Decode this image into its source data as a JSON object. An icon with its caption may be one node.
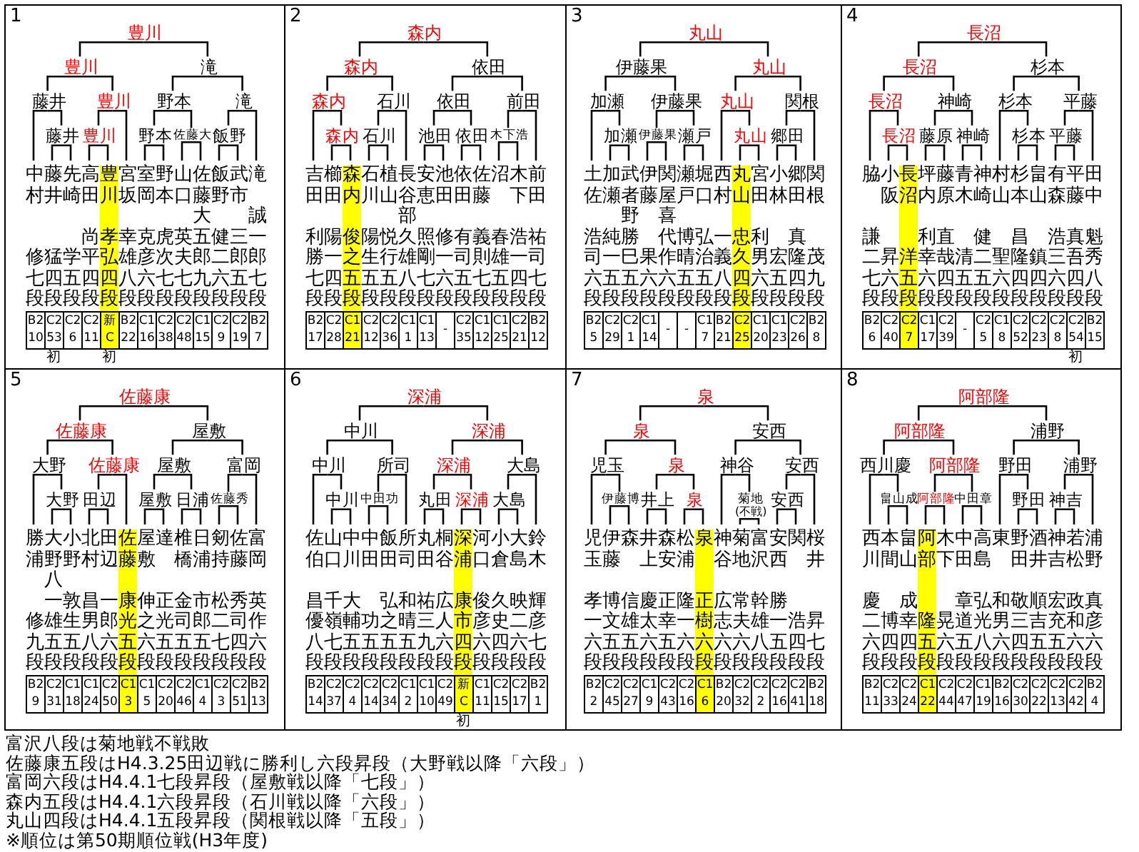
{
  "diagram": {
    "nodes": [
      {
        "text": [
          "1"
        ]
      },
      {
        "text": [
          "豊川"
        ],
        "in": 0
      },
      {
        "text": [
          "豊川"
        ],
        "in": 0
      },
      {
        "text": [
          "滝"
        ],
        "in": 0
      },
      {
        "text": [
          "藤井"
        ],
        "in": 0
      },
      {
        "text": [
          "豊川"
        ],
        "in": 0
      },
      {
        "text": [
          "野本"
        ],
        "in": 0
      },
      {
        "text": [
          "滝"
        ],
        "in": 0
      },
      {
        "text": [
          "藤井"
        ],
        "in": 0
      },
      {
        "text": [
          "豊川"
        ],
        "in": 0
      },
      {
        "text": [
          "野本"
        ],
        "in": 0
      },
      {
        "text": [
          "佐藤大"
        ],
        "in": 0
      },
      {
        "text": [
          "飯野"
        ],
        "in": 0
      },
      {
        "text": [
          "中村",
          "修",
          "七段",
          "B2",
          "10"
        ],
        "in": 0
      },
      {
        "text": [
          "藤井",
          "猛",
          "四段",
          "C2",
          "53"
        ],
        "in": 0,
        "beside": [
          "初"
        ]
      },
      {
        "text": [
          "先崎",
          "学",
          "五段",
          "C2",
          "6"
        ],
        "in": 0
      },
      {
        "text": [
          "高田",
          "尚平",
          "四段",
          "C2",
          "11"
        ],
        "in": 0
      },
      {
        "text": [
          "豊川",
          "孝弘",
          "四段",
          "新",
          "C"
        ],
        "in": 0,
        "beside": [
          "初"
        ]
      },
      {
        "text": [
          "宮坂",
          "幸雄",
          "八段",
          "B2",
          "22"
        ],
        "in": 0
      },
      {
        "text": [
          "室岡",
          "克彦",
          "六段",
          "C1",
          "16"
        ],
        "in": 0
      },
      {
        "text": [
          "野本",
          "虎次",
          "七段",
          "C2",
          "38"
        ],
        "in": 0
      },
      {
        "text": [
          "山口",
          "英夫",
          "七段",
          "C2",
          "48"
        ],
        "in": 0
      },
      {
        "text": [
          "佐藤",
          "大五郎",
          "九段",
          "C1",
          "15"
        ],
        "in": 0
      },
      {
        "text": [
          "飯野",
          "健二",
          "六段",
          "C2",
          "9"
        ],
        "in": 0
      },
      {
        "text": [
          "武市",
          "三郎",
          "五段",
          "C2",
          "19"
        ],
        "in": 0
      },
      {
        "text": [
          "滝",
          "誠一郎",
          "七段",
          "B2",
          "7"
        ],
        "in": 0
      },
      {
        "text": [
          "2"
        ]
      },
      {
        "text": [
          "森内"
        ],
        "in": 26
      },
      {
        "text": [
          "森内"
        ],
        "in": 26
      },
      {
        "text": [
          "依田"
        ],
        "in": 26
      },
      {
        "text": [
          "森内"
        ],
        "in": 26
      },
      {
        "text": [
          "石川"
        ],
        "in": 26
      },
      {
        "text": [
          "依田"
        ],
        "in": 26
      },
      {
        "text": [
          "前田"
        ],
        "in": 26
      },
      {
        "text": [
          "森内"
        ],
        "in": 26
      },
      {
        "text": [
          "石川"
        ],
        "in": 26
      },
      {
        "text": [
          "池田"
        ],
        "in": 26
      },
      {
        "text": [
          "依田"
        ],
        "in": 26
      },
      {
        "text": [
          "木下浩"
        ],
        "in": 26
      },
      {
        "text": [
          "吉田",
          "利勝",
          "七段",
          "B2",
          "17"
        ],
        "in": 26
      },
      {
        "text": [
          "櫛田",
          "陽一",
          "四段",
          "C2",
          "28"
        ],
        "in": 26
      },
      {
        "text": [
          "森内",
          "俊之",
          "五段",
          "C1",
          "21"
        ],
        "in": 26
      },
      {
        "text": [
          "石川",
          "陽生",
          "五段",
          "C2",
          "12"
        ],
        "in": 26
      },
      {
        "text": [
          "植山",
          "悦行",
          "五段",
          "C2",
          "36"
        ],
        "in": 26
      },
      {
        "text": [
          "長谷部",
          "久雄",
          "八段",
          "C1",
          "1"
        ],
        "in": 26
      },
      {
        "text": [
          "安恵",
          "照剛",
          "七段",
          "C1",
          "13"
        ],
        "in": 26
      },
      {
        "text": [
          "池田",
          "修一",
          "六段",
          "-"
        ],
        "in": 26
      },
      {
        "text": [
          "依田",
          "有司",
          "五段",
          "C2",
          "35"
        ],
        "in": 26
      },
      {
        "text": [
          "佐藤",
          "義則",
          "七段",
          "C1",
          "12"
        ],
        "in": 26
      },
      {
        "text": [
          "沼",
          "春雄",
          "五段",
          "C1",
          "25"
        ],
        "in": 26
      },
      {
        "text": [
          "木下",
          "浩一",
          "四段",
          "C2",
          "21"
        ],
        "in": 26
      },
      {
        "text": [
          "前田",
          "祐司",
          "七段",
          "B2",
          "12"
        ],
        "in": 26
      },
      {
        "text": [
          "3"
        ]
      },
      {
        "text": [
          "丸山"
        ],
        "in": 52
      },
      {
        "text": [
          "伊藤果"
        ],
        "in": 52
      },
      {
        "text": [
          "丸山"
        ],
        "in": 52
      },
      {
        "text": [
          "加瀬"
        ],
        "in": 52
      },
      {
        "text": [
          "伊藤果"
        ],
        "in": 52
      },
      {
        "text": [
          "丸山"
        ],
        "in": 52
      },
      {
        "text": [
          "関根"
        ],
        "in": 52
      },
      {
        "text": [
          "加瀬"
        ],
        "in": 52
      },
      {
        "text": [
          "伊藤果"
        ],
        "in": 52
      },
      {
        "text": [
          "瀬戸"
        ],
        "in": 52
      },
      {
        "text": [
          "丸山"
        ],
        "in": 52
      },
      {
        "text": [
          "郷田"
        ],
        "in": 52
      },
      {
        "text": [
          "土佐",
          "浩司",
          "六段",
          "B2",
          "5"
        ],
        "in": 52
      },
      {
        "text": [
          "加瀬",
          "純一",
          "五段",
          "C2",
          "29"
        ],
        "in": 52
      },
      {
        "text": [
          "武者野",
          "勝巳",
          "五段",
          "C2",
          "1"
        ],
        "in": 52
      },
      {
        "text": [
          "伊藤",
          "果",
          "六段",
          "C1",
          "14"
        ],
        "in": 52
      },
      {
        "text": [
          "関屋",
          "喜代作",
          "六段",
          "-"
        ],
        "in": 52
      },
      {
        "text": [
          "瀬戸",
          "博晴",
          "五段",
          "-"
        ],
        "in": 52
      },
      {
        "text": [
          "堀口",
          "弘治",
          "五段",
          "C1",
          "7"
        ],
        "in": 52
      },
      {
        "text": [
          "西村",
          "一義",
          "八段",
          "B2",
          "21"
        ],
        "in": 52
      },
      {
        "text": [
          "丸山",
          "忠久",
          "四段",
          "C2",
          "25"
        ],
        "in": 52
      },
      {
        "text": [
          "宮田",
          "利男",
          "六段",
          "C1",
          "20"
        ],
        "in": 52
      },
      {
        "text": [
          "小林",
          "宏",
          "五段",
          "C1",
          "23"
        ],
        "in": 52
      },
      {
        "text": [
          "郷田",
          "真隆",
          "四段",
          "C2",
          "26"
        ],
        "in": 52
      },
      {
        "text": [
          "関根",
          "茂",
          "九段",
          "B2",
          "8"
        ],
        "in": 52
      },
      {
        "text": [
          "4"
        ]
      },
      {
        "text": [
          "長沼"
        ],
        "in": 78
      },
      {
        "text": [
          "長沼"
        ],
        "in": 78
      },
      {
        "text": [
          "杉本"
        ],
        "in": 78
      },
      {
        "text": [
          "長沼"
        ],
        "in": 78
      },
      {
        "text": [
          "神崎"
        ],
        "in": 78
      },
      {
        "text": [
          "杉本"
        ],
        "in": 78
      },
      {
        "text": [
          "平藤"
        ],
        "in": 78
      },
      {
        "text": [
          "長沼"
        ],
        "in": 78
      },
      {
        "text": [
          "藤原"
        ],
        "in": 78
      },
      {
        "text": [
          "神崎"
        ],
        "in": 78
      },
      {
        "text": [
          "杉本"
        ],
        "in": 78
      },
      {
        "text": [
          "平藤"
        ],
        "in": 78
      },
      {
        "text": [
          "脇",
          "謙二",
          "七段",
          "B2",
          "6"
        ],
        "in": 78
      },
      {
        "text": [
          "小阪",
          "昇",
          "六段",
          "C2",
          "40"
        ],
        "in": 78
      },
      {
        "text": [
          "長沼",
          "洋",
          "五段",
          "C2",
          "7"
        ],
        "in": 78
      },
      {
        "text": [
          "坪内",
          "利幸",
          "六段",
          "C1",
          "17"
        ],
        "in": 78
      },
      {
        "text": [
          "藤原",
          "直哉",
          "四段",
          "C2",
          "39"
        ],
        "in": 78
      },
      {
        "text": [
          "青木",
          "清",
          "五段",
          "-"
        ],
        "in": 78
      },
      {
        "text": [
          "神崎",
          "健二",
          "五段",
          "C2",
          "5"
        ],
        "in": 78
      },
      {
        "text": [
          "村山",
          "聖",
          "六段",
          "C1",
          "8"
        ],
        "in": 78
      },
      {
        "text": [
          "杉本",
          "昌隆",
          "四段",
          "C2",
          "52"
        ],
        "in": 78
      },
      {
        "text": [
          "畠山",
          "鎮",
          "四段",
          "C2",
          "23"
        ],
        "in": 78
      },
      {
        "text": [
          "有森",
          "浩三",
          "六段",
          "C2",
          "8"
        ],
        "in": 78
      },
      {
        "text": [
          "平藤",
          "真吾",
          "四段",
          "C2",
          "54"
        ],
        "in": 78,
        "beside": [
          "初"
        ]
      },
      {
        "text": [
          "田中",
          "魁秀",
          "八段",
          "B2",
          "15"
        ],
        "in": 78
      },
      {
        "text": [
          "5"
        ]
      },
      {
        "text": [
          "佐藤康"
        ],
        "in": 104
      },
      {
        "text": [
          "佐藤康"
        ],
        "in": 104
      },
      {
        "text": [
          "屋敷"
        ],
        "in": 104
      },
      {
        "text": [
          "大野"
        ],
        "in": 104
      },
      {
        "text": [
          "佐藤康"
        ],
        "in": 104
      },
      {
        "text": [
          "屋敷"
        ],
        "in": 104
      },
      {
        "text": [
          "富岡"
        ],
        "in": 104
      },
      {
        "text": [
          "大野"
        ],
        "in": 104
      },
      {
        "text": [
          "田辺"
        ],
        "in": 104
      },
      {
        "text": [
          "屋敷"
        ],
        "in": 104
      },
      {
        "text": [
          "日浦"
        ],
        "in": 104
      },
      {
        "text": [
          "佐藤秀"
        ],
        "in": 104
      },
      {
        "text": [
          "勝浦",
          "修",
          "九段",
          "B2",
          "9"
        ],
        "in": 104
      },
      {
        "text": [
          "大野",
          "八一雄",
          "五段",
          "C2",
          "31"
        ],
        "in": 104
      },
      {
        "text": [
          "小野",
          "敦生",
          "五段",
          "C1",
          "18"
        ],
        "in": 104
      },
      {
        "text": [
          "北村",
          "昌男",
          "八段",
          "C1",
          "24"
        ],
        "in": 104
      },
      {
        "text": [
          "田辺",
          "一郎",
          "六段",
          "C2",
          "50"
        ],
        "in": 104
      },
      {
        "text": [
          "佐藤",
          "康光",
          "五段",
          "C1",
          "3"
        ],
        "in": 104
      },
      {
        "text": [
          "屋敷",
          "伸之",
          "六段",
          "C1",
          "5"
        ],
        "in": 104
      },
      {
        "text": [
          "達",
          "正光",
          "五段",
          "C2",
          "20"
        ],
        "in": 104
      },
      {
        "text": [
          "椎橋",
          "金司",
          "五段",
          "C2",
          "46"
        ],
        "in": 104
      },
      {
        "text": [
          "日浦",
          "市郎",
          "五段",
          "C1",
          "4"
        ],
        "in": 104
      },
      {
        "text": [
          "剱持",
          "松二",
          "七段",
          "C2",
          "3"
        ],
        "in": 104
      },
      {
        "text": [
          "佐藤",
          "秀司",
          "四段",
          "C2",
          "51"
        ],
        "in": 104
      },
      {
        "text": [
          "富岡",
          "英作",
          "六段",
          "B2",
          "13"
        ],
        "in": 104
      },
      {
        "text": [
          "6"
        ]
      },
      {
        "text": [
          "深浦"
        ],
        "in": 130
      },
      {
        "text": [
          "中川"
        ],
        "in": 130
      },
      {
        "text": [
          "深浦"
        ],
        "in": 130
      },
      {
        "text": [
          "中川"
        ],
        "in": 130
      },
      {
        "text": [
          "所司"
        ],
        "in": 130
      },
      {
        "text": [
          "深浦"
        ],
        "in": 130
      },
      {
        "text": [
          "大島"
        ],
        "in": 130
      },
      {
        "text": [
          "中川"
        ],
        "in": 130
      },
      {
        "text": [
          "中田功"
        ],
        "in": 130
      },
      {
        "text": [
          "丸田"
        ],
        "in": 130
      },
      {
        "text": [
          "深浦"
        ],
        "in": 130
      },
      {
        "text": [
          "大島"
        ],
        "in": 130
      },
      {
        "text": [
          "佐伯",
          "昌優",
          "八段",
          "B2",
          "14"
        ],
        "in": 130
      },
      {
        "text": [
          "山口",
          "千嶺",
          "七段",
          "C2",
          "37"
        ],
        "in": 130
      },
      {
        "text": [
          "中川",
          "大輔",
          "五段",
          "C2",
          "4"
        ],
        "in": 130
      },
      {
        "text": [
          "中田",
          "功",
          "五段",
          "C2",
          "14"
        ],
        "in": 130
      },
      {
        "text": [
          "飯田",
          "弘之",
          "五段",
          "C2",
          "34"
        ],
        "in": 130
      },
      {
        "text": [
          "所司",
          "和晴",
          "五段",
          "C1",
          "2"
        ],
        "in": 130
      },
      {
        "text": [
          "丸田",
          "祐三",
          "九段",
          "C1",
          "10"
        ],
        "in": 130
      },
      {
        "text": [
          "桐谷",
          "広人",
          "六段",
          "C2",
          "49"
        ],
        "in": 130
      },
      {
        "text": [
          "深浦",
          "康市",
          "四段",
          "新",
          "C"
        ],
        "in": 130,
        "beside": [
          "初"
        ]
      },
      {
        "text": [
          "河口",
          "俊彦",
          "六段",
          "C1",
          "11"
        ],
        "in": 130
      },
      {
        "text": [
          "小倉",
          "久史",
          "四段",
          "C2",
          "15"
        ],
        "in": 130
      },
      {
        "text": [
          "大島",
          "映二",
          "六段",
          "C2",
          "17"
        ],
        "in": 130
      },
      {
        "text": [
          "鈴木",
          "輝彦",
          "七段",
          "B2",
          "1"
        ],
        "in": 130
      },
      {
        "text": [
          "7"
        ]
      },
      {
        "text": [
          "泉"
        ],
        "in": 156
      },
      {
        "text": [
          "泉"
        ],
        "in": 156
      },
      {
        "text": [
          "安西"
        ],
        "in": 156
      },
      {
        "text": [
          "児玉"
        ],
        "in": 156
      },
      {
        "text": [
          "泉"
        ],
        "in": 156
      },
      {
        "text": [
          "神谷"
        ],
        "in": 156
      },
      {
        "text": [
          "安西"
        ],
        "in": 156
      },
      {
        "text": [
          "伊藤博"
        ],
        "in": 156
      },
      {
        "text": [
          "井上"
        ],
        "in": 156
      },
      {
        "text": [
          "泉"
        ],
        "in": 156
      },
      {
        "text": [
          "菊地",
          "(不戦)"
        ],
        "in": 156
      },
      {
        "text": [
          "安西"
        ],
        "in": 156
      },
      {
        "text": [
          "児玉",
          "孝一",
          "六段",
          "B2",
          "2"
        ],
        "in": 156
      },
      {
        "text": [
          "伊藤",
          "博文",
          "五段",
          "C2",
          "45"
        ],
        "in": 156
      },
      {
        "text": [
          "森",
          "信雄",
          "五段",
          "C2",
          "27"
        ],
        "in": 156
      },
      {
        "text": [
          "井上",
          "慶太",
          "六段",
          "C1",
          "9"
        ],
        "in": 156
      },
      {
        "text": [
          "森安",
          "正幸",
          "五段",
          "C2",
          "43"
        ],
        "in": 156
      },
      {
        "text": [
          "松浦",
          "隆一",
          "六段",
          "C2",
          "16"
        ],
        "in": 156
      },
      {
        "text": [
          "泉",
          "正樹",
          "六段",
          "C1",
          "6"
        ],
        "in": 156
      },
      {
        "text": [
          "神谷",
          "広志",
          "六段",
          "B2",
          "20"
        ],
        "in": 156
      },
      {
        "text": [
          "菊地",
          "常夫",
          "六段",
          "C2",
          "32"
        ],
        "in": 156
      },
      {
        "text": [
          "富沢",
          "幹雄",
          "八段",
          "C2",
          "2"
        ],
        "in": 156
      },
      {
        "text": [
          "安西",
          "勝一",
          "五段",
          "C2",
          "16"
        ],
        "in": 156
      },
      {
        "text": [
          "関",
          "浩",
          "四段",
          "C2",
          "41"
        ],
        "in": 156
      },
      {
        "text": [
          "桜井",
          "昇",
          "七段",
          "B2",
          "18"
        ],
        "in": 156
      },
      {
        "text": [
          "8"
        ]
      },
      {
        "text": [
          "阿部隆"
        ],
        "in": 182
      },
      {
        "text": [
          "阿部隆"
        ],
        "in": 182
      },
      {
        "text": [
          "浦野"
        ],
        "in": 182
      },
      {
        "text": [
          "西川慶"
        ],
        "in": 182
      },
      {
        "text": [
          "阿部隆"
        ],
        "in": 182
      },
      {
        "text": [
          "野田"
        ],
        "in": 182
      },
      {
        "text": [
          "浦野"
        ],
        "in": 182
      },
      {
        "text": [
          "畠山成"
        ],
        "in": 182
      },
      {
        "text": [
          "阿部隆"
        ],
        "in": 182
      },
      {
        "text": [
          "中田章"
        ],
        "in": 182
      },
      {
        "text": [
          "野田"
        ],
        "in": 182
      },
      {
        "text": [
          "神吉"
        ],
        "in": 182
      },
      {
        "text": [
          "西川",
          "慶二",
          "六段",
          "B2",
          "11"
        ],
        "in": 182
      },
      {
        "text": [
          "本間",
          "博",
          "四段",
          "C2",
          "33"
        ],
        "in": 182
      },
      {
        "text": [
          "畠山",
          "成幸",
          "四段",
          "C2",
          "24"
        ],
        "in": 182
      },
      {
        "text": [
          "阿部",
          "隆",
          "五段",
          "C1",
          "22"
        ],
        "in": 182
      },
      {
        "text": [
          "木下",
          "晃",
          "六段",
          "C2",
          "44"
        ],
        "in": 182
      },
      {
        "text": [
          "中田",
          "章道",
          "五段",
          "C2",
          "47"
        ],
        "in": 182
      },
      {
        "text": [
          "高島",
          "弘光",
          "八段",
          "C1",
          "19"
        ],
        "in": 182
      },
      {
        "text": [
          "東",
          "和男",
          "六段",
          "B2",
          "16"
        ],
        "in": 182
      },
      {
        "text": [
          "野田",
          "敬三",
          "四段",
          "C2",
          "30"
        ],
        "in": 182
      },
      {
        "text": [
          "酒井",
          "順吉",
          "五段",
          "C2",
          "22"
        ],
        "in": 182
      },
      {
        "text": [
          "神吉",
          "宏充",
          "五段",
          "C2",
          "13"
        ],
        "in": 182
      },
      {
        "text": [
          "若松",
          "政和",
          "六段",
          "C2",
          "42"
        ],
        "in": 182
      },
      {
        "text": [
          "浦野",
          "真彦",
          "六段",
          "B2",
          "4"
        ],
        "in": 182
      }
    ],
    "edges": [
      {
        "from": 1,
        "to": 2,
        "arrow": "none"
      },
      {
        "from": 1,
        "to": 3,
        "arrow": "none"
      },
      {
        "from": 2,
        "to": 4,
        "arrow": "none"
      },
      {
        "from": 2,
        "to": 5,
        "arrow": "none"
      },
      {
        "from": 3,
        "to": 6,
        "arrow": "none"
      },
      {
        "from": 3,
        "to": 7,
        "arrow": "none"
      },
      {
        "from": 4,
        "to": 13,
        "arrow": "none"
      },
      {
        "from": 4,
        "to": 8,
        "arrow": "none"
      },
      {
        "from": 8,
        "to": 14,
        "arrow": "none"
      },
      {
        "from": 8,
        "to": 15,
        "arrow": "none"
      },
      {
        "from": 5,
        "to": 9,
        "arrow": "none"
      },
      {
        "from": 5,
        "to": 18,
        "arrow": "none"
      },
      {
        "from": 9,
        "to": 16,
        "arrow": "none"
      },
      {
        "from": 9,
        "to": 17,
        "arrow": "none"
      },
      {
        "from": 6,
        "to": 10,
        "arrow": "none"
      },
      {
        "from": 6,
        "to": 11,
        "arrow": "none"
      },
      {
        "from": 10,
        "to": 19,
        "arrow": "none"
      },
      {
        "from": 10,
        "to": 20,
        "arrow": "none"
      },
      {
        "from": 11,
        "to": 21,
        "arrow": "none"
      },
      {
        "from": 11,
        "to": 22,
        "arrow": "none"
      },
      {
        "from": 7,
        "to": 12,
        "arrow": "none"
      },
      {
        "from": 7,
        "to": 25,
        "arrow": "none"
      },
      {
        "from": 12,
        "to": 23,
        "arrow": "none"
      },
      {
        "from": 12,
        "to": 24,
        "arrow": "none"
      },
      {
        "from": 27,
        "to": 28,
        "arrow": "none"
      },
      {
        "from": 27,
        "to": 29,
        "arrow": "none"
      },
      {
        "from": 28,
        "to": 30,
        "arrow": "none"
      },
      {
        "from": 28,
        "to": 31,
        "arrow": "none"
      },
      {
        "from": 29,
        "to": 32,
        "arrow": "none"
      },
      {
        "from": 29,
        "to": 33,
        "arrow": "none"
      },
      {
        "from": 30,
        "to": 39,
        "arrow": "none"
      },
      {
        "from": 30,
        "to": 34,
        "arrow": "none"
      },
      {
        "from": 34,
        "to": 40,
        "arrow": "none"
      },
      {
        "from": 34,
        "to": 41,
        "arrow": "none"
      },
      {
        "from": 31,
        "to": 35,
        "arrow": "none"
      },
      {
        "from": 31,
        "to": 44,
        "arrow": "none"
      },
      {
        "from": 35,
        "to": 42,
        "arrow": "none"
      },
      {
        "from": 35,
        "to": 43,
        "arrow": "none"
      },
      {
        "from": 32,
        "to": 36,
        "arrow": "none"
      },
      {
        "from": 32,
        "to": 37,
        "arrow": "none"
      },
      {
        "from": 36,
        "to": 45,
        "arrow": "none"
      },
      {
        "from": 36,
        "to": 46,
        "arrow": "none"
      },
      {
        "from": 37,
        "to": 47,
        "arrow": "none"
      },
      {
        "from": 37,
        "to": 48,
        "arrow": "none"
      },
      {
        "from": 33,
        "to": 38,
        "arrow": "none"
      },
      {
        "from": 33,
        "to": 51,
        "arrow": "none"
      },
      {
        "from": 38,
        "to": 49,
        "arrow": "none"
      },
      {
        "from": 38,
        "to": 50,
        "arrow": "none"
      },
      {
        "from": 53,
        "to": 54,
        "arrow": "none"
      },
      {
        "from": 53,
        "to": 55,
        "arrow": "none"
      },
      {
        "from": 54,
        "to": 56,
        "arrow": "none"
      },
      {
        "from": 54,
        "to": 57,
        "arrow": "none"
      },
      {
        "from": 55,
        "to": 58,
        "arrow": "none"
      },
      {
        "from": 55,
        "to": 59,
        "arrow": "none"
      },
      {
        "from": 56,
        "to": 65,
        "arrow": "none"
      },
      {
        "from": 56,
        "to": 60,
        "arrow": "none"
      },
      {
        "from": 60,
        "to": 66,
        "arrow": "none"
      },
      {
        "from": 60,
        "to": 67,
        "arrow": "none"
      },
      {
        "from": 57,
        "to": 61,
        "arrow": "none"
      },
      {
        "from": 57,
        "to": 62,
        "arrow": "none"
      },
      {
        "from": 61,
        "to": 68,
        "arrow": "none"
      },
      {
        "from": 61,
        "to": 69,
        "arrow": "none"
      },
      {
        "from": 62,
        "to": 70,
        "arrow": "none"
      },
      {
        "from": 62,
        "to": 71,
        "arrow": "none"
      },
      {
        "from": 58,
        "to": 72,
        "arrow": "none"
      },
      {
        "from": 58,
        "to": 63,
        "arrow": "none"
      },
      {
        "from": 63,
        "to": 73,
        "arrow": "none"
      },
      {
        "from": 63,
        "to": 74,
        "arrow": "none"
      },
      {
        "from": 59,
        "to": 64,
        "arrow": "none"
      },
      {
        "from": 59,
        "to": 77,
        "arrow": "none"
      },
      {
        "from": 64,
        "to": 75,
        "arrow": "none"
      },
      {
        "from": 64,
        "to": 76,
        "arrow": "none"
      },
      {
        "from": 79,
        "to": 80,
        "arrow": "none"
      },
      {
        "from": 79,
        "to": 81,
        "arrow": "none"
      },
      {
        "from": 80,
        "to": 82,
        "arrow": "none"
      },
      {
        "from": 80,
        "to": 83,
        "arrow": "none"
      },
      {
        "from": 81,
        "to": 84,
        "arrow": "none"
      },
      {
        "from": 81,
        "to": 85,
        "arrow": "none"
      },
      {
        "from": 82,
        "to": 91,
        "arrow": "none"
      },
      {
        "from": 82,
        "to": 86,
        "arrow": "none"
      },
      {
        "from": 86,
        "to": 92,
        "arrow": "none"
      },
      {
        "from": 86,
        "to": 93,
        "arrow": "none"
      },
      {
        "from": 83,
        "to": 87,
        "arrow": "none"
      },
      {
        "from": 83,
        "to": 88,
        "arrow": "none"
      },
      {
        "from": 87,
        "to": 94,
        "arrow": "none"
      },
      {
        "from": 87,
        "to": 95,
        "arrow": "none"
      },
      {
        "from": 88,
        "to": 96,
        "arrow": "none"
      },
      {
        "from": 88,
        "to": 97,
        "arrow": "none"
      },
      {
        "from": 84,
        "to": 98,
        "arrow": "none"
      },
      {
        "from": 84,
        "to": 89,
        "arrow": "none"
      },
      {
        "from": 89,
        "to": 99,
        "arrow": "none"
      },
      {
        "from": 89,
        "to": 100,
        "arrow": "none"
      },
      {
        "from": 85,
        "to": 90,
        "arrow": "none"
      },
      {
        "from": 85,
        "to": 103,
        "arrow": "none"
      },
      {
        "from": 90,
        "to": 101,
        "arrow": "none"
      },
      {
        "from": 90,
        "to": 102,
        "arrow": "none"
      },
      {
        "from": 105,
        "to": 106,
        "arrow": "none"
      },
      {
        "from": 105,
        "to": 107,
        "arrow": "none"
      },
      {
        "from": 106,
        "to": 108,
        "arrow": "none"
      },
      {
        "from": 106,
        "to": 109,
        "arrow": "none"
      },
      {
        "from": 107,
        "to": 110,
        "arrow": "none"
      },
      {
        "from": 107,
        "to": 111,
        "arrow": "none"
      },
      {
        "from": 108,
        "to": 117,
        "arrow": "none"
      },
      {
        "from": 108,
        "to": 112,
        "arrow": "none"
      },
      {
        "from": 112,
        "to": 118,
        "arrow": "none"
      },
      {
        "from": 112,
        "to": 119,
        "arrow": "none"
      },
      {
        "from": 109,
        "to": 113,
        "arrow": "none"
      },
      {
        "from": 109,
        "to": 122,
        "arrow": "none"
      },
      {
        "from": 113,
        "to": 120,
        "arrow": "none"
      },
      {
        "from": 113,
        "to": 121,
        "arrow": "none"
      },
      {
        "from": 110,
        "to": 114,
        "arrow": "none"
      },
      {
        "from": 110,
        "to": 115,
        "arrow": "none"
      },
      {
        "from": 114,
        "to": 123,
        "arrow": "none"
      },
      {
        "from": 114,
        "to": 124,
        "arrow": "none"
      },
      {
        "from": 115,
        "to": 125,
        "arrow": "none"
      },
      {
        "from": 115,
        "to": 126,
        "arrow": "none"
      },
      {
        "from": 111,
        "to": 116,
        "arrow": "none"
      },
      {
        "from": 111,
        "to": 129,
        "arrow": "none"
      },
      {
        "from": 116,
        "to": 127,
        "arrow": "none"
      },
      {
        "from": 116,
        "to": 128,
        "arrow": "none"
      },
      {
        "from": 131,
        "to": 132,
        "arrow": "none"
      },
      {
        "from": 131,
        "to": 133,
        "arrow": "none"
      },
      {
        "from": 132,
        "to": 134,
        "arrow": "none"
      },
      {
        "from": 132,
        "to": 135,
        "arrow": "none"
      },
      {
        "from": 133,
        "to": 136,
        "arrow": "none"
      },
      {
        "from": 133,
        "to": 137,
        "arrow": "none"
      },
      {
        "from": 134,
        "to": 143,
        "arrow": "none"
      },
      {
        "from": 134,
        "to": 138,
        "arrow": "none"
      },
      {
        "from": 138,
        "to": 144,
        "arrow": "none"
      },
      {
        "from": 138,
        "to": 145,
        "arrow": "none"
      },
      {
        "from": 135,
        "to": 139,
        "arrow": "none"
      },
      {
        "from": 135,
        "to": 148,
        "arrow": "none"
      },
      {
        "from": 139,
        "to": 146,
        "arrow": "none"
      },
      {
        "from": 139,
        "to": 147,
        "arrow": "none"
      },
      {
        "from": 136,
        "to": 140,
        "arrow": "none"
      },
      {
        "from": 136,
        "to": 141,
        "arrow": "none"
      },
      {
        "from": 140,
        "to": 149,
        "arrow": "none"
      },
      {
        "from": 140,
        "to": 150,
        "arrow": "none"
      },
      {
        "from": 141,
        "to": 151,
        "arrow": "none"
      },
      {
        "from": 141,
        "to": 152,
        "arrow": "none"
      },
      {
        "from": 137,
        "to": 142,
        "arrow": "none"
      },
      {
        "from": 137,
        "to": 155,
        "arrow": "none"
      },
      {
        "from": 142,
        "to": 153,
        "arrow": "none"
      },
      {
        "from": 142,
        "to": 154,
        "arrow": "none"
      },
      {
        "from": 157,
        "to": 158,
        "arrow": "none"
      },
      {
        "from": 157,
        "to": 159,
        "arrow": "none"
      },
      {
        "from": 158,
        "to": 160,
        "arrow": "none"
      },
      {
        "from": 158,
        "to": 161,
        "arrow": "none"
      },
      {
        "from": 159,
        "to": 162,
        "arrow": "none"
      },
      {
        "from": 159,
        "to": 163,
        "arrow": "none"
      },
      {
        "from": 160,
        "to": 169,
        "arrow": "none"
      },
      {
        "from": 160,
        "to": 164,
        "arrow": "none"
      },
      {
        "from": 164,
        "to": 170,
        "arrow": "none"
      },
      {
        "from": 164,
        "to": 171,
        "arrow": "none"
      },
      {
        "from": 161,
        "to": 165,
        "arrow": "none"
      },
      {
        "from": 161,
        "to": 166,
        "arrow": "none"
      },
      {
        "from": 165,
        "to": 172,
        "arrow": "none"
      },
      {
        "from": 165,
        "to": 173,
        "arrow": "none"
      },
      {
        "from": 166,
        "to": 174,
        "arrow": "none"
      },
      {
        "from": 166,
        "to": 175,
        "arrow": "none"
      },
      {
        "from": 162,
        "to": 176,
        "arrow": "none"
      },
      {
        "from": 162,
        "to": 167,
        "arrow": "none"
      },
      {
        "from": 167,
        "to": 177,
        "arrow": "none"
      },
      {
        "from": 167,
        "to": 178,
        "arrow": "none"
      },
      {
        "from": 163,
        "to": 168,
        "arrow": "none"
      },
      {
        "from": 163,
        "to": 181,
        "arrow": "none"
      },
      {
        "from": 168,
        "to": 179,
        "arrow": "none"
      },
      {
        "from": 168,
        "to": 180,
        "arrow": "none"
      },
      {
        "from": 183,
        "to": 184,
        "arrow": "none"
      },
      {
        "from": 183,
        "to": 185,
        "arrow": "none"
      },
      {
        "from": 184,
        "to": 186,
        "arrow": "none"
      },
      {
        "from": 184,
        "to": 187,
        "arrow": "none"
      },
      {
        "from": 185,
        "to": 188,
        "arrow": "none"
      },
      {
        "from": 185,
        "to": 189,
        "arrow": "none"
      },
      {
        "from": 186,
        "to": 195,
        "arrow": "none"
      },
      {
        "from": 186,
        "to": 190,
        "arrow": "none"
      },
      {
        "from": 190,
        "to": 196,
        "arrow": "none"
      },
      {
        "from": 190,
        "to": 197,
        "arrow": "none"
      },
      {
        "from": 187,
        "to": 191,
        "arrow": "none"
      },
      {
        "from": 187,
        "to": 192,
        "arrow": "none"
      },
      {
        "from": 191,
        "to": 198,
        "arrow": "none"
      },
      {
        "from": 191,
        "to": 199,
        "arrow": "none"
      },
      {
        "from": 192,
        "to": 200,
        "arrow": "none"
      },
      {
        "from": 192,
        "to": 201,
        "arrow": "none"
      },
      {
        "from": 188,
        "to": 202,
        "arrow": "none"
      },
      {
        "from": 188,
        "to": 193,
        "arrow": "none"
      },
      {
        "from": 193,
        "to": 203,
        "arrow": "none"
      },
      {
        "from": 193,
        "to": 204,
        "arrow": "none"
      },
      {
        "from": 189,
        "to": 194,
        "arrow": "none"
      },
      {
        "from": 189,
        "to": 207,
        "arrow": "none"
      },
      {
        "from": 194,
        "to": 205,
        "arrow": "none"
      },
      {
        "from": 194,
        "to": 206,
        "arrow": "none"
      }
    ],
    "labels": [
      "富沢八段は菊地戦不戦敗",
      "佐藤康五段はH4.3.25田辺戦に勝利し六段昇段（大野戦以降「六段」）",
      "富岡六段はH4.4.1七段昇段（屋敷戦以降「七段」）",
      "森内五段はH4.4.1六段昇段（石川戦以降「六段」）",
      "丸山四段はH4.4.1五段昇段（関根戦以降「五段」）",
      "※順位は第50期順位戦(H3年度)"
    ]
  }
}
